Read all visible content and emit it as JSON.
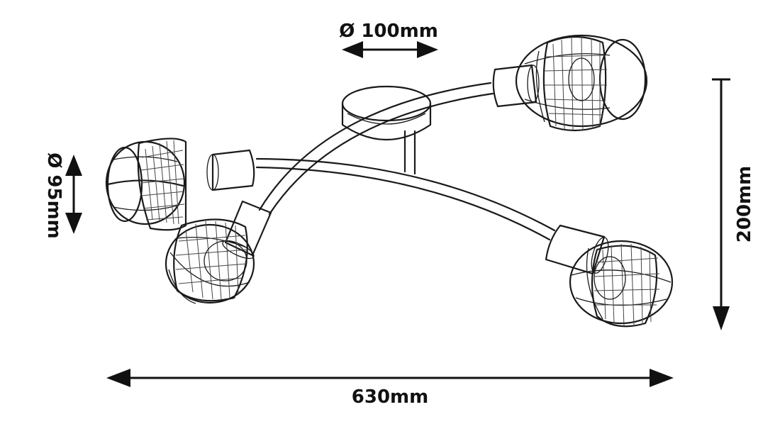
{
  "dimensions": {
    "rosette_diameter": "Ø 100mm",
    "shade_diameter": "Ø 95mm",
    "height": "200mm",
    "width": "630mm"
  }
}
